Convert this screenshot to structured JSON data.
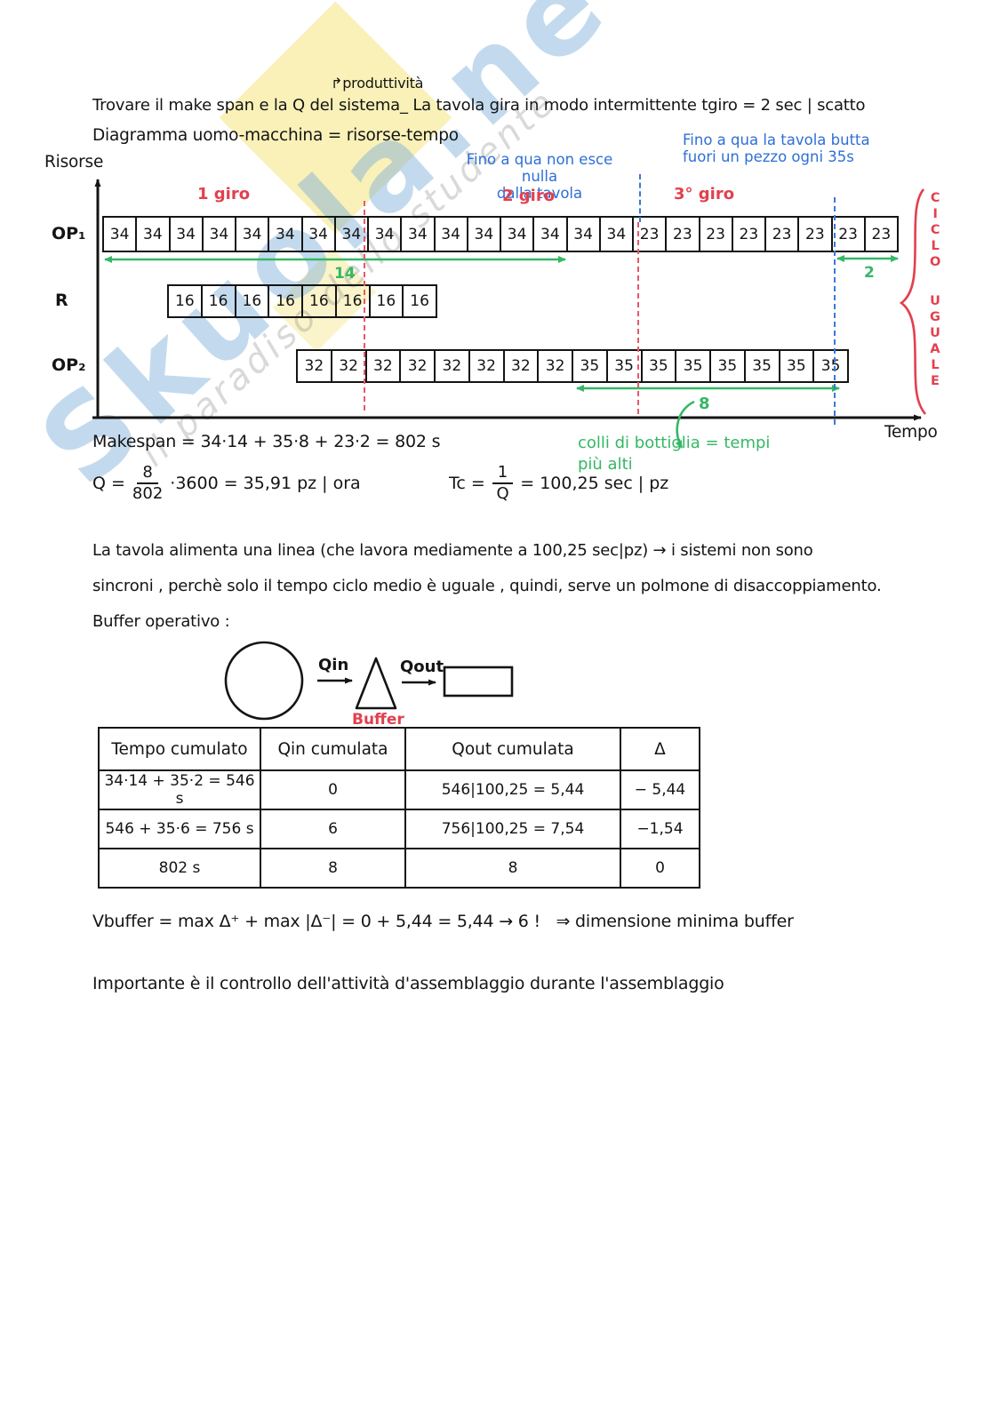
{
  "page": {
    "annotation_productivity": "↱produttività",
    "title_line": "Trovare il make span e la Q del sistema_ La tavola gira in modo intermittente    tgiro = 2 sec | scatto",
    "subtitle_line": "Diagramma uomo-macchina = risorse-tempo"
  },
  "colors": {
    "ink": "#141414",
    "red_accent": "#e2404e",
    "green_accent": "#35b765",
    "blue_accent": "#2e6fd6",
    "watermark_yellow": "#f8eda6",
    "watermark_blue": "#7aacda"
  },
  "watermark": {
    "brand": "Skuola.net",
    "tagline": "il paradiso dello studente"
  },
  "diagram": {
    "y_axis_label": "Risorse",
    "x_axis_label": "Tempo",
    "giro_labels": [
      "1 giro",
      "2 giro",
      "3° giro"
    ],
    "blue_note_1_line1": "Fino a qua non esce nulla",
    "blue_note_1_line2": "dalla tavola",
    "blue_note_2_line1": "Fino a qua la tavola butta",
    "blue_note_2_line2": "fuori un pezzo ogni 35s",
    "rows": [
      {
        "label": "OP₁",
        "cells": [
          34,
          34,
          34,
          34,
          34,
          34,
          34,
          34,
          34,
          34,
          34,
          34,
          34,
          34,
          34,
          34,
          23,
          23,
          23,
          23,
          23,
          23,
          23,
          23
        ]
      },
      {
        "label": "R",
        "cells": [
          16,
          16,
          16,
          16,
          16,
          16,
          16,
          16
        ]
      },
      {
        "label": "OP₂",
        "cells": [
          32,
          32,
          32,
          32,
          32,
          32,
          32,
          32,
          35,
          35,
          35,
          35,
          35,
          35,
          35,
          35
        ]
      }
    ],
    "arrow_label_14": "14",
    "arrow_label_2": "2",
    "arrow_label_8": "8",
    "bottleneck_note_line1": "colli di bottiglia = tempi",
    "bottleneck_note_line2": "più alti",
    "brace_word_top": "CICLO",
    "brace_word_bottom": "UGUALE"
  },
  "formulas": {
    "makespan": "Makespan = 34·14 + 35·8 + 23·2 = 802 s",
    "q": {
      "lhs": "Q =",
      "num": "8",
      "den": "802",
      "rhs": "·3600 = 35,91 pz | ora"
    },
    "tc": {
      "lhs": "Tc =",
      "num": "1",
      "den": "Q",
      "rhs": "= 100,25 sec | pz"
    }
  },
  "paragraph": {
    "line1": "La tavola alimenta una linea (che lavora mediamente a 100,25 sec|pz) → i sistemi non sono",
    "line2": "sincroni , perchè solo il tempo ciclo medio è uguale , quindi, serve un polmone di disaccoppiamento.",
    "line3": "Buffer operativo :"
  },
  "buffer_diagram": {
    "qin_label": "Qin",
    "qout_label": "Qout",
    "buffer_label": "Buffer"
  },
  "table": {
    "headers": [
      "Tempo cumulato",
      "Qin cumulata",
      "Qout cumulata",
      "Δ"
    ],
    "rows": [
      [
        "34·14 + 35·2 = 546 s",
        "0",
        "546|100,25 = 5,44",
        "− 5,44"
      ],
      [
        "546 + 35·6 = 756 s",
        "6",
        "756|100,25 = 7,54",
        "−1,54"
      ],
      [
        "802 s",
        "8",
        "8",
        "0"
      ]
    ]
  },
  "conclusions": {
    "vbuffer_formula": "Vbuffer = max Δ⁺ + max |Δ⁻| = 0 + 5,44 = 5,44 → 6 !",
    "vbuffer_note": "⇒ dimensione minima buffer",
    "final_note": "Importante è il controllo dell'attività d'assemblaggio durante l'assemblaggio"
  }
}
